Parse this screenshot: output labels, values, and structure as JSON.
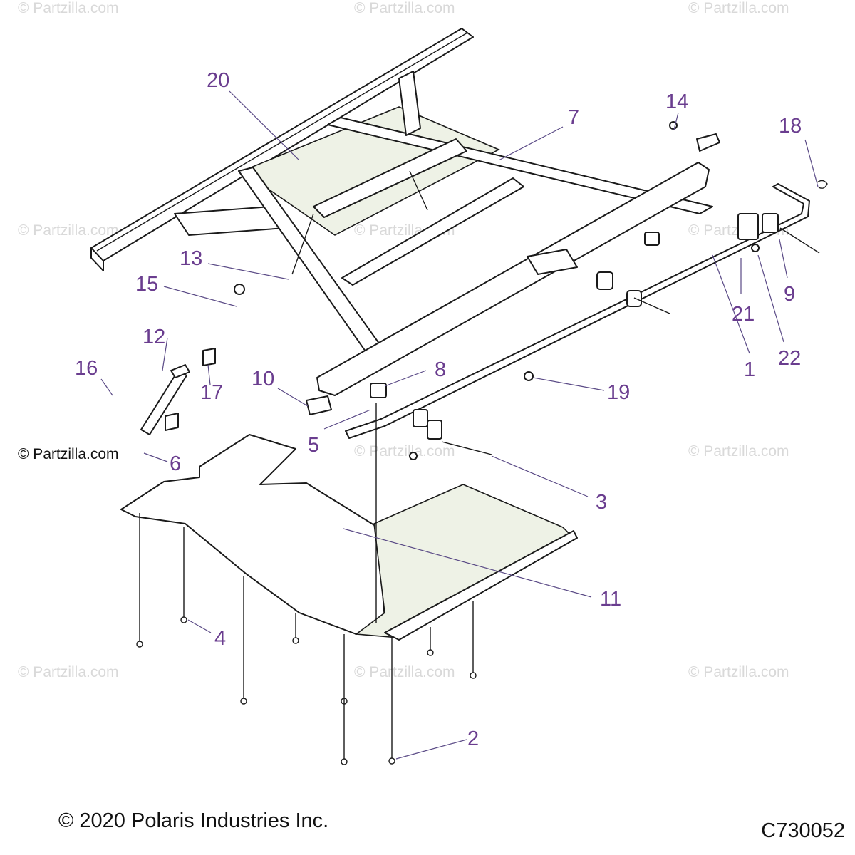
{
  "watermarks": {
    "text": "© Partzilla.com",
    "dark_text": "© Partzilla.com"
  },
  "callouts": {
    "c1": "1",
    "c2": "2",
    "c3": "3",
    "c4": "4",
    "c5": "5",
    "c6": "6",
    "c7": "7",
    "c8": "8",
    "c9": "9",
    "c10": "10",
    "c11": "11",
    "c12": "12",
    "c13": "13",
    "c14": "14",
    "c15": "15",
    "c16": "16",
    "c17": "17",
    "c18": "18",
    "c19": "19",
    "c20": "20",
    "c21": "21",
    "c22": "22"
  },
  "footer": {
    "copyright": "© 2020 Polaris Industries Inc.",
    "diagram_code": "C730052"
  },
  "colors": {
    "callout": "#6a3d8f",
    "watermark": "#d9d9d9",
    "line": "#1a1a1a"
  }
}
